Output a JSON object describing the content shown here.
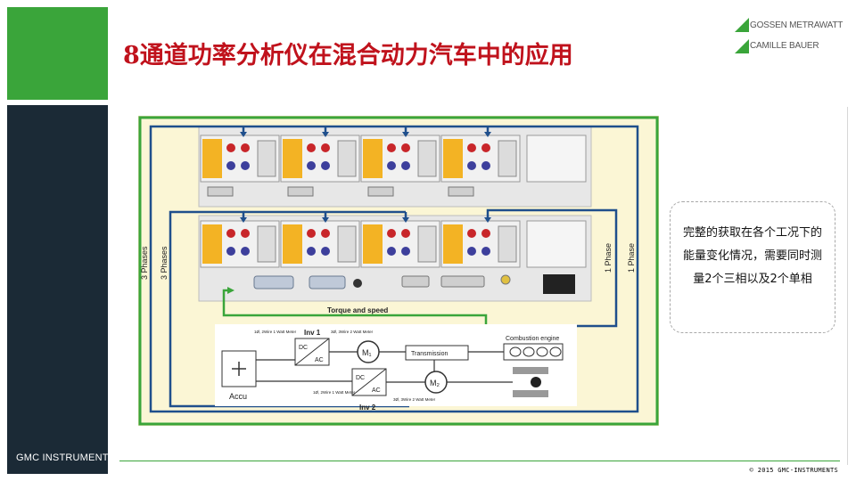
{
  "slide": {
    "title": "8通道功率分析仪在混合动力汽车中的应用",
    "brand_footer": "GMC INSTRUMENTS",
    "copyright": "© 2015 GMC-INSTRUMENTS",
    "logo": {
      "line1": "GOSSEN METRAWATT",
      "line2": "CAMILLE BAUER"
    },
    "callout": {
      "text": "完整的获取在各个工况下的能量变化情况，需要同时测量2个三相以及2个单相"
    },
    "colors": {
      "accent_green": "#3aa53a",
      "title_red": "#c0121c",
      "sidebar": "#1b2a36",
      "wire_blue": "#1f4f8c"
    }
  },
  "figure": {
    "left_labels": [
      "3 Phases",
      "3 Phases"
    ],
    "right_labels": [
      "1 Phase",
      "1 Phase"
    ],
    "torque_label": "Torque and speed",
    "accu_label": "Accu",
    "inv1": {
      "name": "Inv 1",
      "dc": "DC",
      "ac": "AC"
    },
    "inv2": {
      "name": "Inv 2",
      "dc": "DC",
      "ac": "AC"
    },
    "motor1": "M₁",
    "motor2": "M₂",
    "transmission": "Transmission",
    "engine": "Combustion engine",
    "meter_note_top_left": "1Ø, 2Wire\n1 Watt Meter",
    "meter_note_top_right": "3Ø, 3Wire\n2 Watt Meter",
    "meter_note_bottom_left": "1Ø, 2Wire\n1 Watt Meter",
    "meter_note_bottom_right": "3Ø, 3Wire\n2 Watt Meter"
  }
}
